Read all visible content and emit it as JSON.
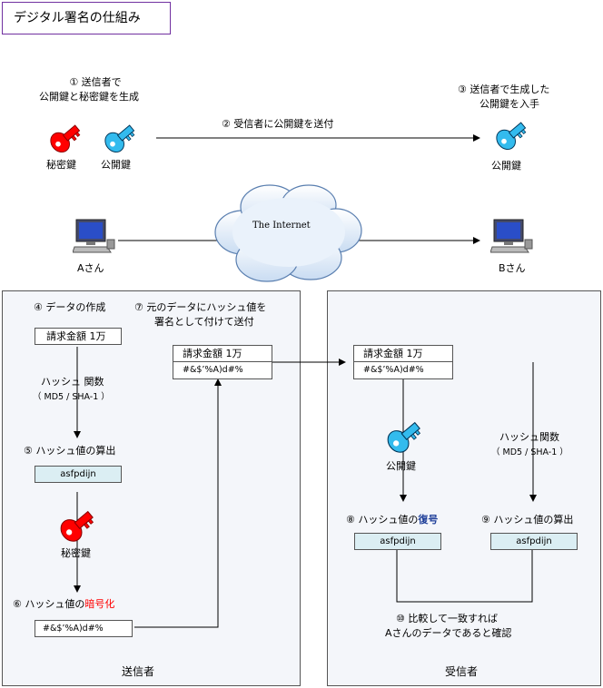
{
  "title": "デジタル署名の仕組み",
  "top": {
    "step1_line1": "① 送信者で",
    "step1_line2": "公開鍵と秘密鍵を生成",
    "secret_key_label": "秘密鍵",
    "public_key_label": "公開鍵",
    "step2": "② 受信者に公開鍵を送付",
    "step3_line1": "③ 送信者で生成した",
    "step3_line2": "公開鍵を入手",
    "public_key_label_right": "公開鍵",
    "internet_label": "The Internet",
    "user_a": "Aさん",
    "user_b": "Bさん"
  },
  "sender": {
    "panel_label": "送信者",
    "step4": "④ データの作成",
    "data_box": "請求金額 1万",
    "hash_func_label": "ハッシュ 関数",
    "hash_algo": "（ MD5 / SHA-1 ）",
    "step5": "⑤ ハッシュ値の算出",
    "hash_value": "asfpdijn",
    "secret_key_label": "秘密鍵",
    "step6_prefix": "⑥ ハッシュ値の",
    "step6_highlight": "暗号化",
    "encrypted_value": "#&$’%A)d#%",
    "step7_line1": "⑦ 元のデータにハッシュ値を",
    "step7_line2": "署名として付けて送付",
    "signed_data": "請求金額 1万",
    "signed_hash": "#&$’%A)d#%"
  },
  "receiver": {
    "panel_label": "受信者",
    "received_data": "請求金額 1万",
    "received_hash": "#&$’%A)d#%",
    "public_key_label": "公開鍵",
    "hash_func_label": "ハッシュ関数",
    "hash_algo": "（ MD5 / SHA-1 ）",
    "step8_prefix": "⑧ ハッシュ値の",
    "step8_highlight": "復号",
    "step9": "⑨ ハッシュ値の算出",
    "decrypted_hash": "asfpdijn",
    "computed_hash": "asfpdijn",
    "step10_line1": "⑩ 比較して一致すれば",
    "step10_line2": "Aさんのデータであると確認"
  },
  "colors": {
    "secret_key": "#ff0000",
    "public_key": "#33bbee",
    "hash_fill": "#dbeef3",
    "panel_fill": "#f4f6fa",
    "title_border": "#7030a0",
    "highlight_red": "#ff0000",
    "highlight_blue": "#1f3f99"
  }
}
